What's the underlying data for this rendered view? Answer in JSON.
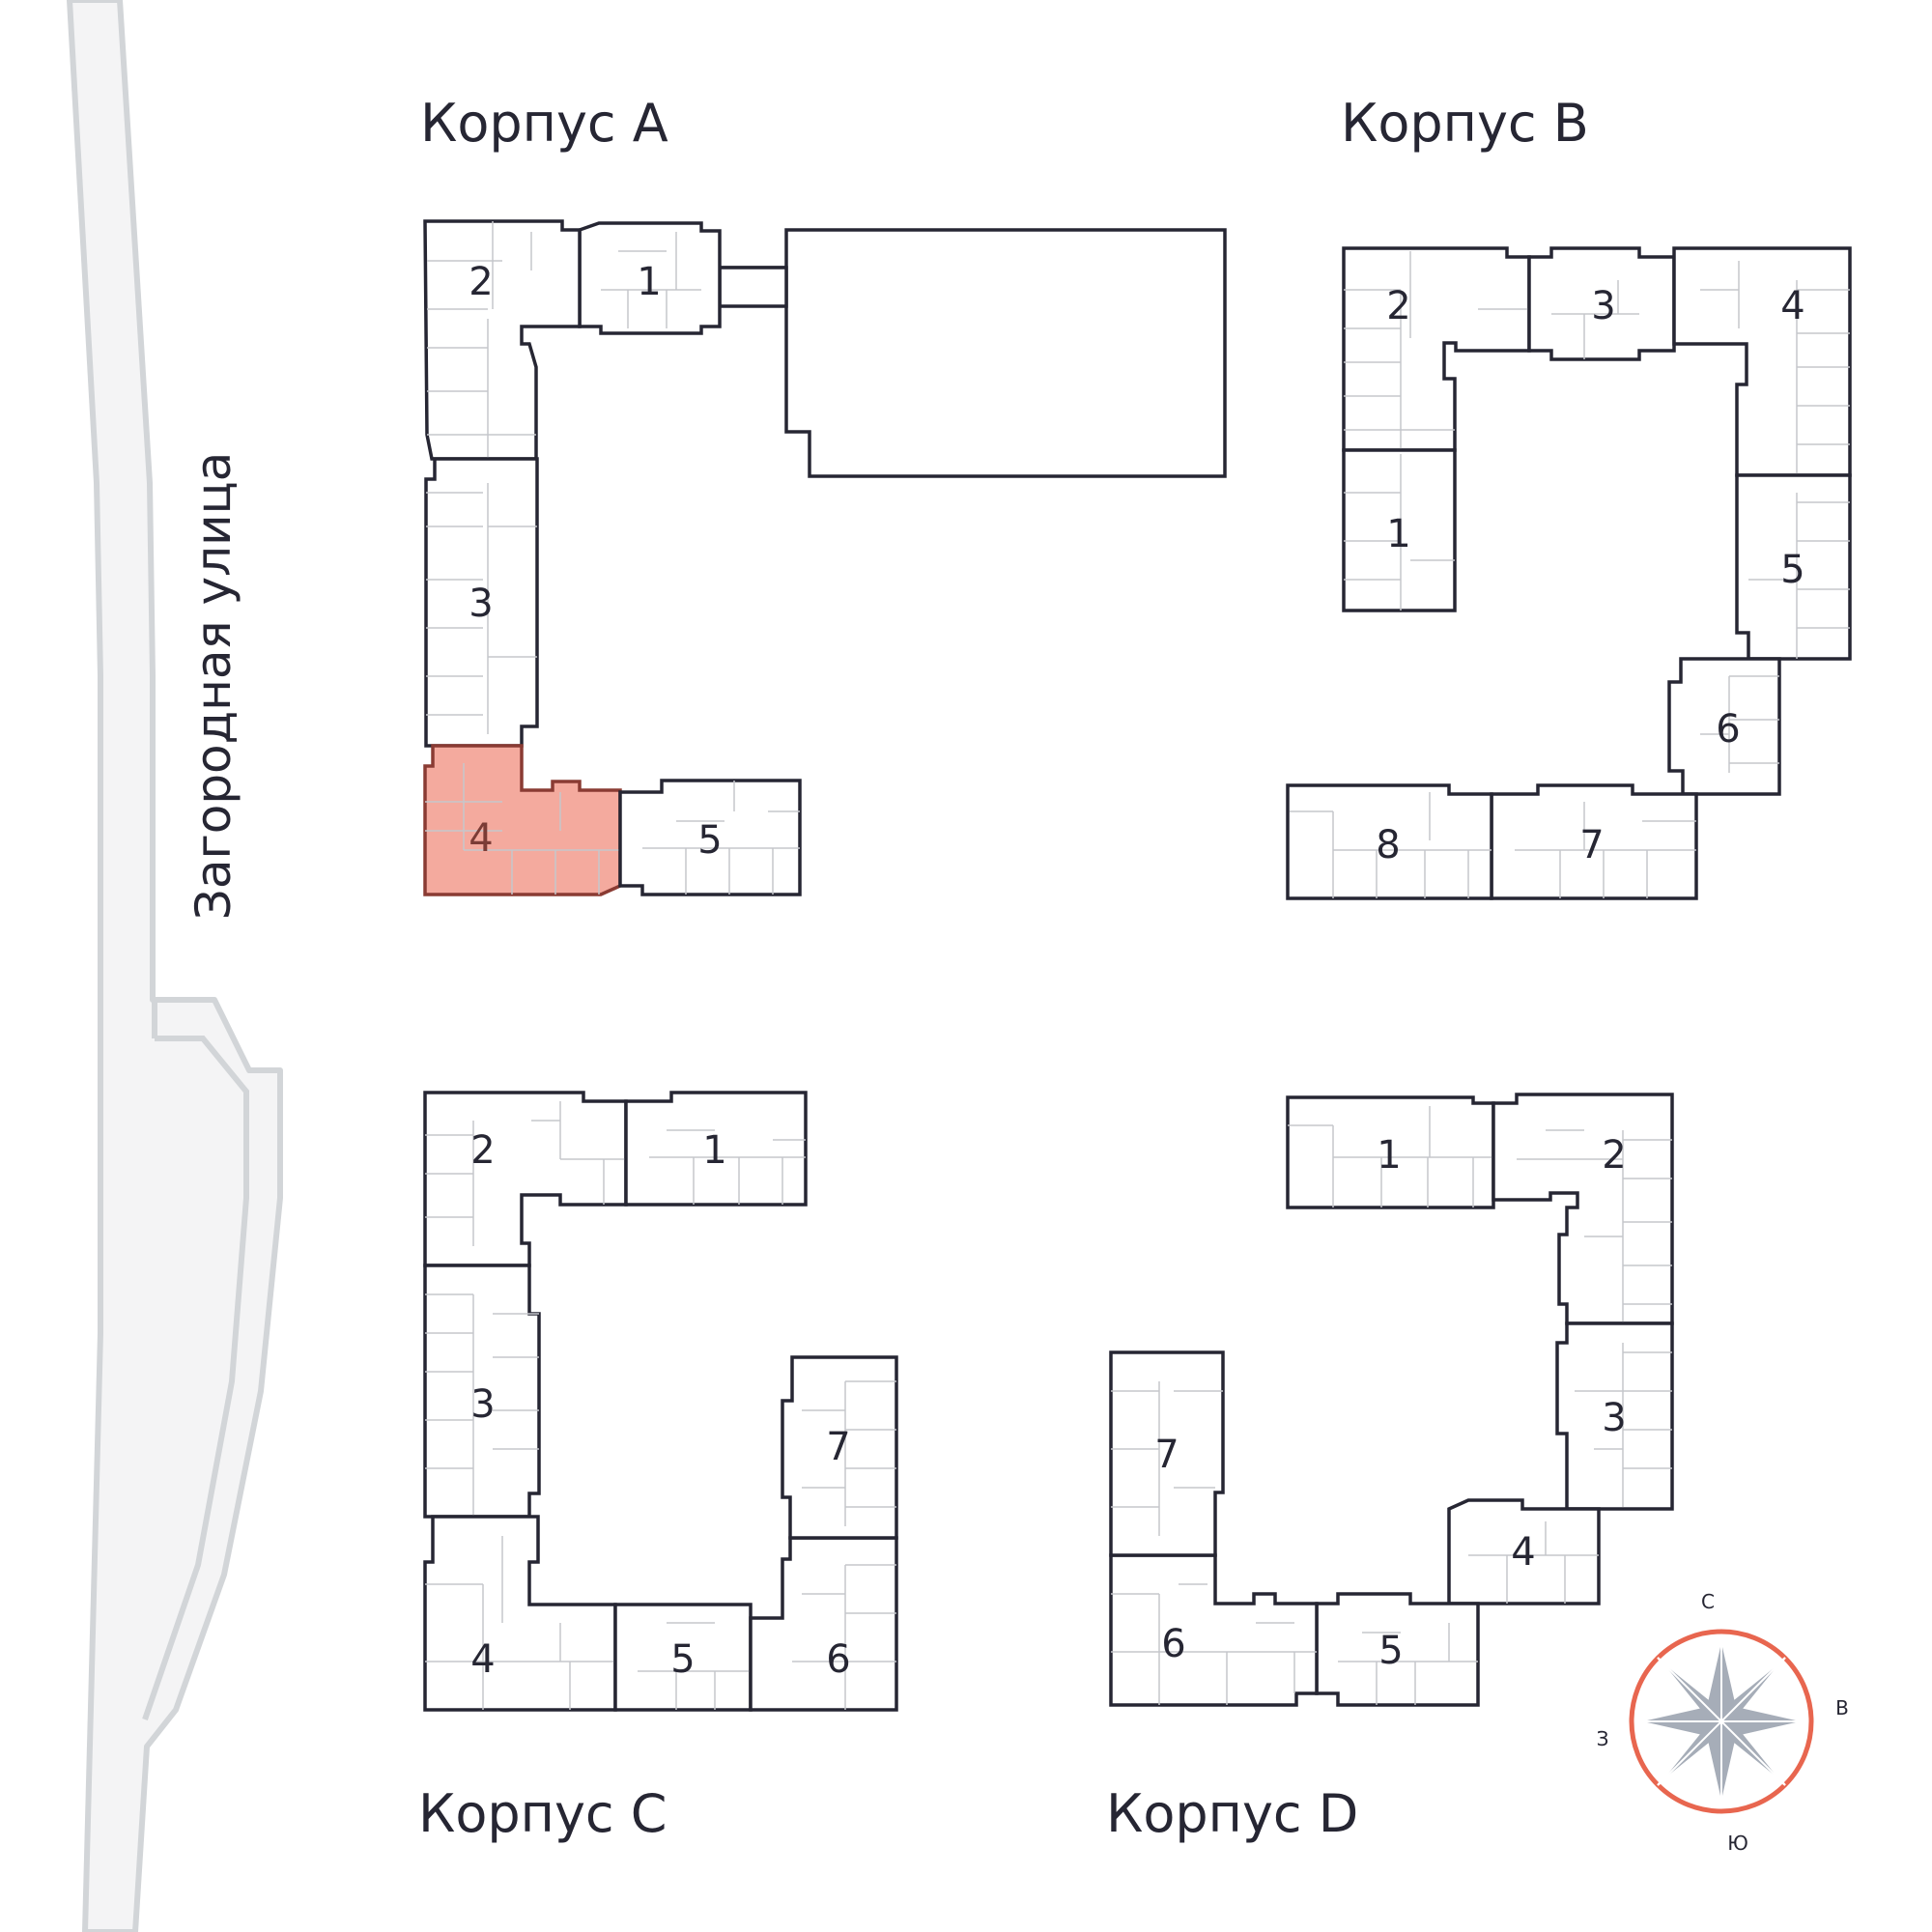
{
  "street": {
    "name": "Загородная улица"
  },
  "korpus": {
    "A": "Корпус A",
    "B": "Корпус B",
    "C": "Корпус C",
    "D": "Корпус D"
  },
  "sections": {
    "A": [
      "1",
      "2",
      "3",
      "4",
      "5"
    ],
    "B": [
      "1",
      "2",
      "3",
      "4",
      "5",
      "6",
      "7",
      "8"
    ],
    "C": [
      "1",
      "2",
      "3",
      "4",
      "5",
      "6",
      "7"
    ],
    "D": [
      "1",
      "2",
      "3",
      "4",
      "5",
      "6",
      "7"
    ]
  },
  "selected": {
    "korpus": "A",
    "section": "4"
  },
  "compass": {
    "north": "С",
    "east": "В",
    "south": "Ю",
    "west": "З"
  },
  "colors": {
    "selected_fill": "#f4aa9e",
    "outline": "#262633",
    "compass_ring": "#e8664f",
    "compass_star": "#a6adb8",
    "road": "#d2d5d8"
  }
}
